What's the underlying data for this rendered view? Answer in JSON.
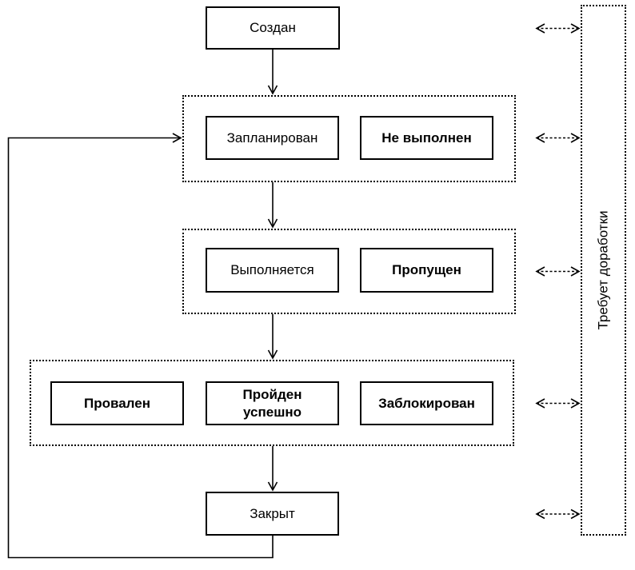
{
  "diagram": {
    "type": "state-flow",
    "colors": {
      "line": "#000000",
      "background": "#ffffff",
      "text": "#000000"
    },
    "nodes": {
      "created": "Создан",
      "planned": "Запланирован",
      "not_executed": "Не выполнен",
      "executing": "Выполняется",
      "skipped": "Пропущен",
      "failed": "Провален",
      "passed": "Пройден успешно",
      "blocked": "Заблокирован",
      "closed": "Закрыт",
      "rework": "Требует доработки"
    },
    "groups": [
      {
        "id": "group-planned",
        "members": [
          "planned",
          "not_executed"
        ]
      },
      {
        "id": "group-executing",
        "members": [
          "executing",
          "skipped"
        ]
      },
      {
        "id": "group-results",
        "members": [
          "failed",
          "passed",
          "blocked"
        ]
      }
    ],
    "edges": [
      {
        "from": "created",
        "to": "group-planned",
        "style": "solid-arrow"
      },
      {
        "from": "group-planned",
        "to": "group-executing",
        "style": "solid-arrow"
      },
      {
        "from": "group-executing",
        "to": "group-results",
        "style": "solid-arrow"
      },
      {
        "from": "group-results",
        "to": "closed",
        "style": "solid-arrow"
      },
      {
        "from": "closed",
        "to": "group-planned",
        "style": "solid-arrow-loop"
      },
      {
        "from": "rework",
        "to": "created",
        "style": "dashed-double-arrow"
      },
      {
        "from": "rework",
        "to": "group-planned",
        "style": "dashed-double-arrow"
      },
      {
        "from": "rework",
        "to": "group-executing",
        "style": "dashed-double-arrow"
      },
      {
        "from": "rework",
        "to": "group-results",
        "style": "dashed-double-arrow"
      },
      {
        "from": "rework",
        "to": "closed",
        "style": "dashed-double-arrow"
      }
    ]
  }
}
